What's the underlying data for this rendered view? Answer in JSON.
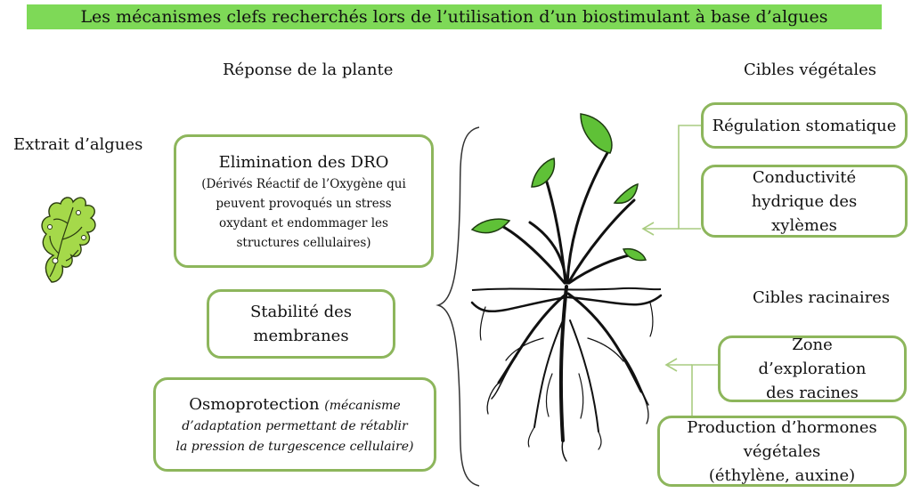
{
  "title": "Les mécanismes clefs recherchés lors de l’utilisation d’un biostimulant à base d’algues",
  "left_label": "Extrait d’algues",
  "response_heading": "Réponse de la plante",
  "plant_targets_heading": "Cibles végétales",
  "root_targets_heading": "Cibles racinaires",
  "responses": {
    "dro": {
      "title": "Elimination des DRO",
      "detail": "(Dérivés Réactif de l’Oxygène qui peuvent provoqués un stress oxydant et endommager les structures cellulaires)"
    },
    "membranes": {
      "title": "Stabilité des membranes"
    },
    "osmo": {
      "title": "Osmoprotection",
      "detail": "(mécanisme d’adaptation permettant de rétablir la pression de turgescence cellulaire)"
    }
  },
  "plant_targets": {
    "stomata": "Régulation stomatique",
    "xylem": "Conductivité hydrique des xylèmes"
  },
  "root_targets": {
    "exploration": "Zone d’exploration des racines",
    "hormones_title": "Production d’hormones végétales",
    "hormones_detail": "(éthylène, auxine)"
  },
  "colors": {
    "title_bg": "#7ed957",
    "box_border": "#8db65c",
    "algae": "#a5d94a",
    "leaf": "#5fc137"
  }
}
